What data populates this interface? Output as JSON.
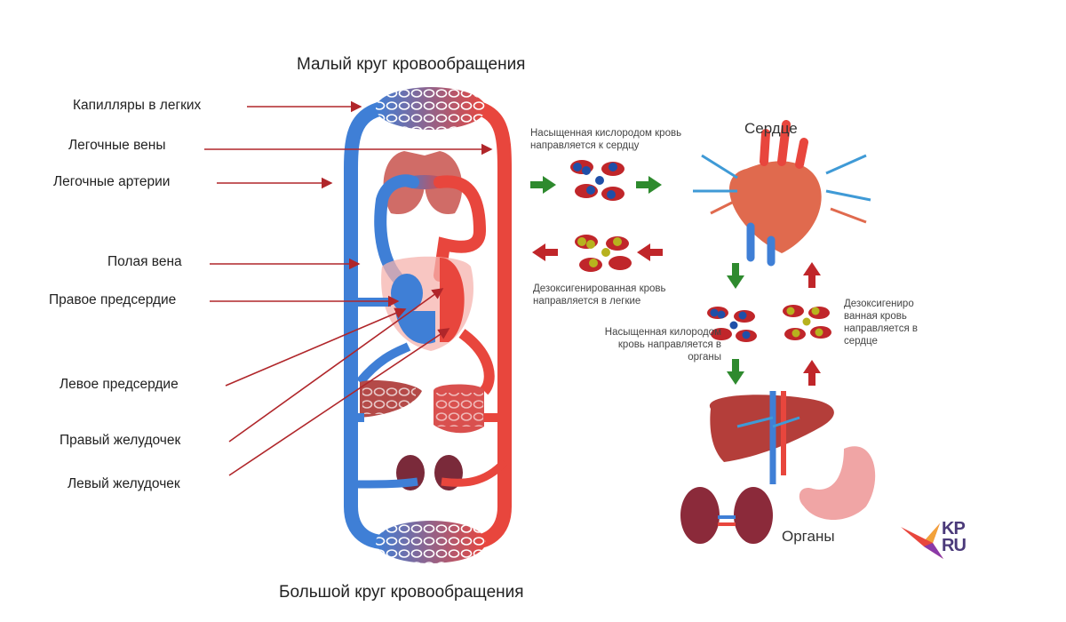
{
  "titles": {
    "top": "Малый круг кровообращения",
    "bottom": "Большой круг кровообращения"
  },
  "labels": [
    "Капилляры в легких",
    "Легочные вены",
    "Легочные артерии",
    "Полая вена",
    "Правое предсердие",
    "Левое предсердие",
    "Правый желудочек",
    "Левый желудочек"
  ],
  "right_panel": {
    "heart_title": "Сердце",
    "organs_title": "Органы",
    "oxygenated_to_heart": "Насыщенная кислородом кровь направляется к сердцу",
    "deoxygenated_to_lungs": "Дезоксигенированная кровь направляется в легкие",
    "oxygenated_to_organs": "Насыщенная килородом кровь направляется в органы",
    "deoxygenated_to_heart": "Дезоксигениро ванная кровь направляется в сердце"
  },
  "logo": {
    "line1": "KP",
    "line2": "RU"
  },
  "colors": {
    "arterial": "#e8463d",
    "venous": "#3f7fd6",
    "label_arrow": "#b0262a",
    "flow_green": "#2e8a2e",
    "flow_red": "#c0262a"
  }
}
